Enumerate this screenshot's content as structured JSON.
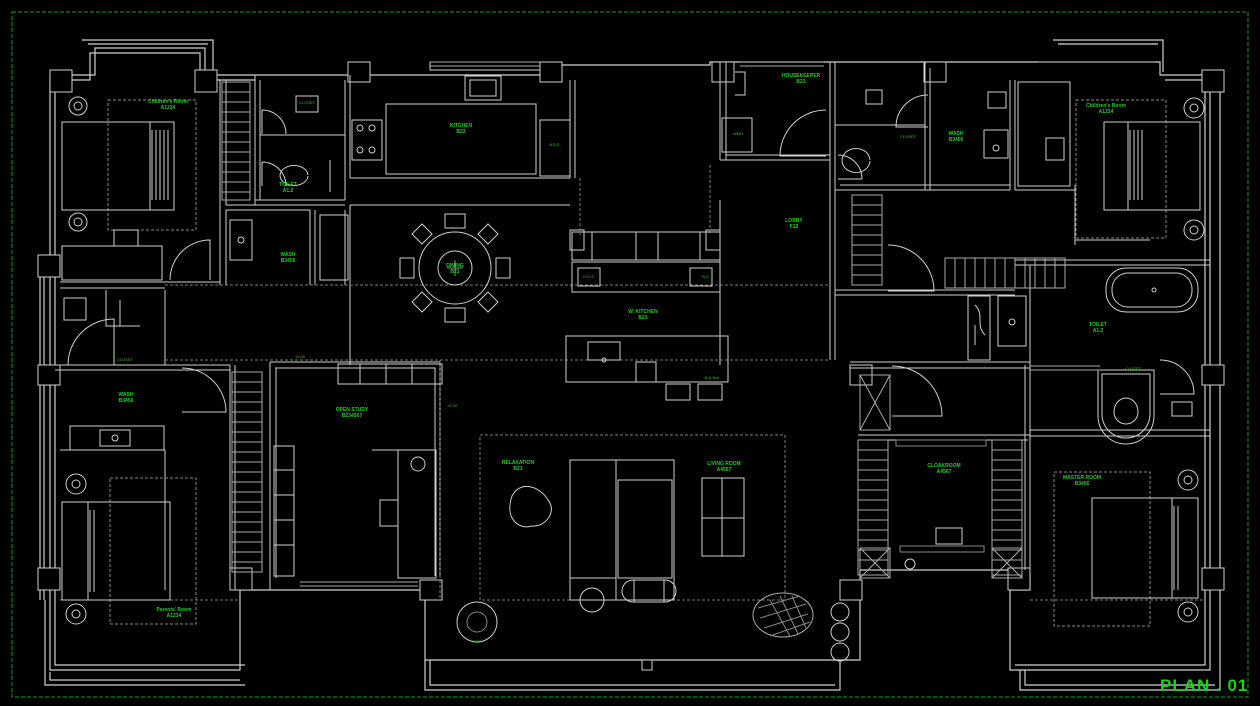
{
  "drawing": {
    "title": "PLAN . 01",
    "colors": {
      "background": "#000000",
      "line": "#d0d0d0",
      "dim_line": "#7a7a7a",
      "label": "#1fd11f",
      "border": "#1fa01f"
    }
  },
  "rooms": {
    "childrens_room_left": {
      "name": "Children's Room",
      "area": "A1234"
    },
    "toilet_left_small": {
      "name": "",
      "area": ""
    },
    "toilet_left": {
      "name": "TOILET",
      "area": "A1.2"
    },
    "kitchen": {
      "name": "KITCHEN",
      "area": "B23"
    },
    "wash_left": {
      "name": "WASH",
      "area": "B3456"
    },
    "dining": {
      "name": "DINING",
      "area": "B21"
    },
    "housekeeper": {
      "name": "HOUSEKEEPER",
      "area": "B23"
    },
    "wash_right": {
      "name": "WASH",
      "area": "B3456"
    },
    "childrens_room_right": {
      "name": "Children's Room",
      "area": "A1234"
    },
    "lobby": {
      "name": "LOBBY",
      "area": "F12"
    },
    "w_kitchen": {
      "name": "W. KITCHEN",
      "area": "B23"
    },
    "toilet_right": {
      "name": "TOILET",
      "area": "A1.2"
    },
    "wash_lower_left": {
      "name": "WASH",
      "area": "B3456"
    },
    "open_study": {
      "name": "OPEN STUDY",
      "area": "B234567"
    },
    "relaxation": {
      "name": "RELAXATION",
      "area": "B21"
    },
    "living_room": {
      "name": "LIVING ROOM",
      "area": "A4567"
    },
    "cloakroom": {
      "name": "CLOAKROOM",
      "area": "A4567"
    },
    "master_room": {
      "name": "MASTER ROOM",
      "area": "B3456"
    },
    "parents_room": {
      "name": "Parents' Room",
      "area": "A1234"
    }
  },
  "fixtures": {
    "wmo": "WMO",
    "bbs_1": "B.B.S.",
    "ods": "O.D.S.",
    "bs": "B.S.",
    "bar": "B.A.Bar",
    "fire": "FIRE",
    "closet_1": "CLOSET",
    "closet_2": "CLOSET",
    "closet_3": "CLOSET",
    "closet_4": "CLOSET",
    "dim_1": "12.00",
    "dim_2": "+0.00"
  }
}
